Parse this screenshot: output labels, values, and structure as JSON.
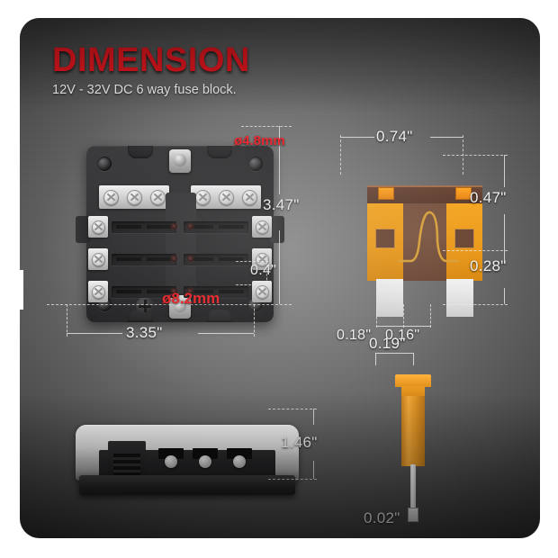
{
  "header": {
    "title": "DIMENSION",
    "subtitle": "12V - 32V DC 6 way fuse block.",
    "title_color": "#e8171f",
    "subtitle_color": "#f2f2f2"
  },
  "background": {
    "outer": "#ffffff",
    "panel_center": "#8a8a8a",
    "panel_edge": "#141414"
  },
  "fuse_block_front": {
    "name": "6 way fuse block front view",
    "dimensions": {
      "height_overall": "3.47\"",
      "width_overall": "3.35\"",
      "slot_pitch": "0.4\"",
      "mount_hole_small": "ø4.8mm",
      "mount_hole_large": "ø8.2mm"
    },
    "rows": 3,
    "columns": 2,
    "terminal_screws_per_strip": 3
  },
  "blade_fuse_front": {
    "name": "blade fuse front view",
    "dimensions": {
      "width": "0.74\"",
      "body_height": "0.47\"",
      "blade_height": "0.28\"",
      "blade_width_outer": "0.18\"",
      "blade_gap": "0.16\""
    },
    "colors": {
      "body": "#7a5341",
      "contact": "#f5a623",
      "blade": "#f2f2f2"
    }
  },
  "blade_fuse_side": {
    "name": "blade fuse side view",
    "dimensions": {
      "thickness": "0.19\"",
      "blade_thickness": "0.02\""
    }
  },
  "fuse_block_side": {
    "name": "6 way fuse block side view with transparent cover",
    "dimensions": {
      "height": "1.46\""
    }
  },
  "annotation_color": {
    "dimension_text": "#f0f0f0",
    "red_callout": "#ee1b22"
  }
}
